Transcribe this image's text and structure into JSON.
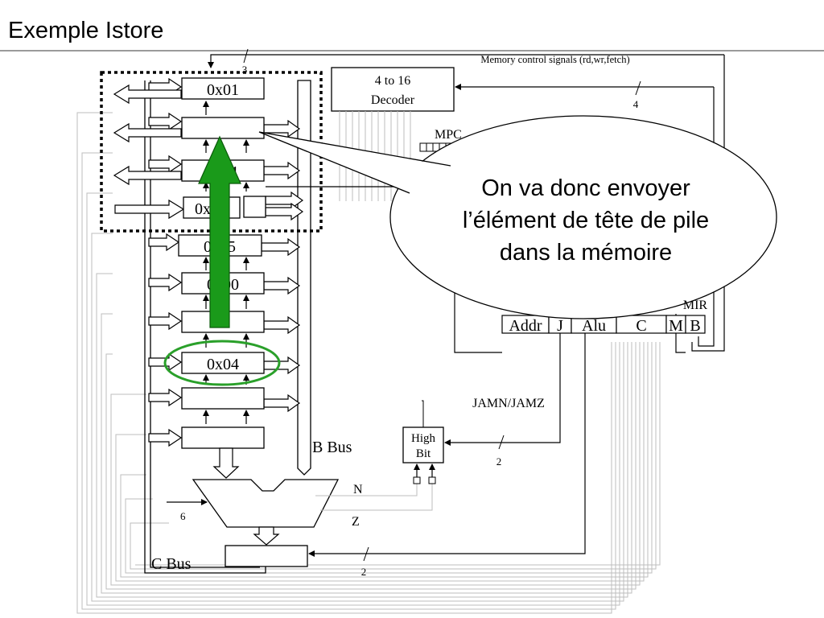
{
  "slide": {
    "title": "Exemple Istore"
  },
  "diagram": {
    "memory_label": "Memory control signals (rd,wr,fetch)",
    "bus_width_3": "3",
    "decoder_line1": "4 to 16",
    "decoder_line2": "Decoder",
    "bus_width_4": "4",
    "mpc_label": "MPC",
    "mir_label": "MIR",
    "mir_fields": {
      "addr": "Addr",
      "j": "J",
      "alu": "Alu",
      "c": "C",
      "m": "M",
      "b": "B"
    },
    "registers": [
      "0x01",
      "",
      "0x01",
      "0x",
      "0x05",
      "0x00",
      "",
      "0x04",
      "",
      ""
    ],
    "jamn_label": "JAMN/JAMZ",
    "high_bit_line1": "High",
    "high_bit_line2": "Bit",
    "bus_width_2_a": "2",
    "bus_width_2_b": "2",
    "b_bus_label": "B Bus",
    "c_bus_label": "C Bus",
    "n_label": "N",
    "z_label": "Z",
    "bus_width_6": "6"
  },
  "callout": {
    "text": "On va donc envoyer l’élément de tête de pile dans la mémoire"
  },
  "colors": {
    "green_arrow": "#1a9a1a",
    "highlight_ellipse": "#2aa02a",
    "rule": "#9a9a9a"
  }
}
